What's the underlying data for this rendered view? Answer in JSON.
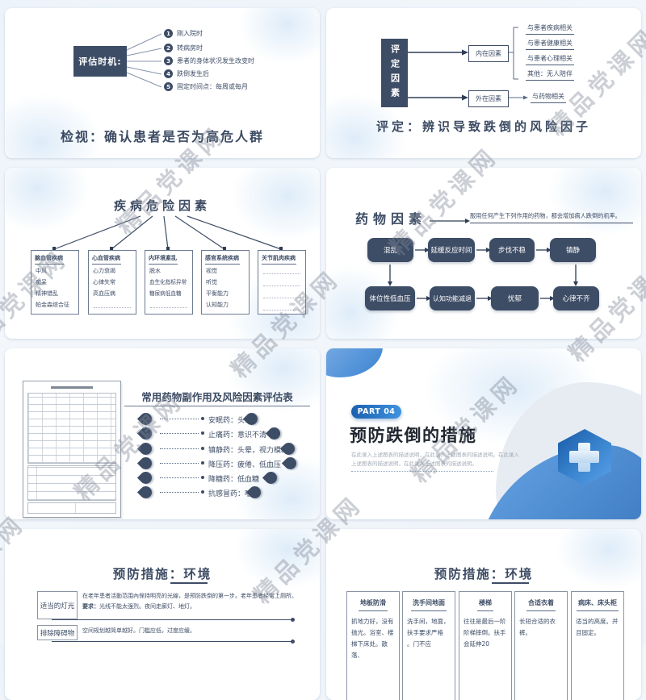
{
  "watermark": {
    "text": "精品党课网"
  },
  "slide_timing": {
    "box_label": "评估时机:",
    "items": [
      {
        "num": "1",
        "text": "刚入院时"
      },
      {
        "num": "2",
        "text": "转病房时"
      },
      {
        "num": "3",
        "text": "患者的身体状况发生改变时"
      },
      {
        "num": "4",
        "text": "跌倒发生后"
      },
      {
        "num": "5",
        "text": "固定时间点：每周或每月"
      }
    ],
    "caption": "检视：确认患者是否为高危人群"
  },
  "slide_factors": {
    "box_label": "评定因素",
    "internal_label": "内在因素",
    "external_label": "外在因素",
    "internal_items": [
      "与患者疾病相关",
      "与患者健康相关",
      "与患者心理相关",
      "其他：无人陪伴"
    ],
    "external_item": "与药物相关",
    "caption": "评定：辨识导致跌倒的风险因子"
  },
  "slide_disease": {
    "title": "疾病危险因素",
    "groups": [
      {
        "title": "脑血管疾病",
        "items": [
          "中风",
          "痴呆",
          "精神错乱",
          "帕金森综合征"
        ]
      },
      {
        "title": "心血管疾病",
        "items": [
          "心力衰竭",
          "心律失常",
          "高血压病"
        ]
      },
      {
        "title": "内环境紊乱",
        "items": [
          "脱水",
          "血生化指标异常",
          "糖尿病低血糖"
        ]
      },
      {
        "title": "感官系统疾病",
        "items": [
          "视觉",
          "听觉",
          "平衡能力",
          "认知能力"
        ]
      },
      {
        "title": "关节肌肉疾病",
        "items": []
      }
    ]
  },
  "slide_drug": {
    "title": "药物因素",
    "note": "服用任何产生下列作用的药物，都会增加病人跌倒的机率。",
    "row1": [
      "混乱",
      "延缓反应时间",
      "步伐不稳",
      "镇静"
    ],
    "row2": [
      "体位性低血压",
      "认知功能减退",
      "忧郁",
      "心律不齐"
    ]
  },
  "slide_side_effects": {
    "title": "常用药物副作用及风险因素评估表",
    "items": [
      "安眠药：头晕",
      "止痛药：意识不清",
      "镇静药：头晕，视力模糊",
      "降压药：疲倦、低血压",
      "降糖药：低血糖",
      "抗感冒药：嗜睡"
    ]
  },
  "slide_part04": {
    "badge": "PART 04",
    "title": "预防跌倒的措施",
    "desc": "在此录入上述图表的描述说明，在此录入上述图表的描述说明。在此录入上述图表的描述说明，在此录入上述图表的描述说明。"
  },
  "slide_env1": {
    "title": "预防措施：环境",
    "rows": [
      {
        "label": "适当的灯光",
        "line1": "在老年患者活動范围內保持明亮的光線，是预防跌倒的第一步。老年患者经常上厕所。",
        "req_label": "要求：",
        "req_text": "光线不能太强烈。夜间走廊灯、地灯。"
      },
      {
        "label": "排除障碍物",
        "line1": "空间规划越简单越好。门槛应低，过度应缓。"
      }
    ]
  },
  "slide_env2": {
    "title": "预防措施：环境",
    "cards": [
      {
        "title": "地板防滑",
        "text": "抓地力好，没有抛光。浴室、楼梯下床处。散落、"
      },
      {
        "title": "洗手间地面",
        "text": "洗手间，地面，扶手要求严格 。门不应"
      },
      {
        "title": "楼梯",
        "text": "往往是最后一阶阶梯摔倒。扶手会延伸20"
      },
      {
        "title": "合适衣着",
        "text": "长短合适的衣裤。"
      },
      {
        "title": "病床、床头柜",
        "text": "适当的高度。并且固定。"
      }
    ]
  },
  "colors": {
    "dark_slate": "#3e4d66",
    "accent_blue": "#2f7dc8",
    "heading_dark": "#20262f"
  }
}
